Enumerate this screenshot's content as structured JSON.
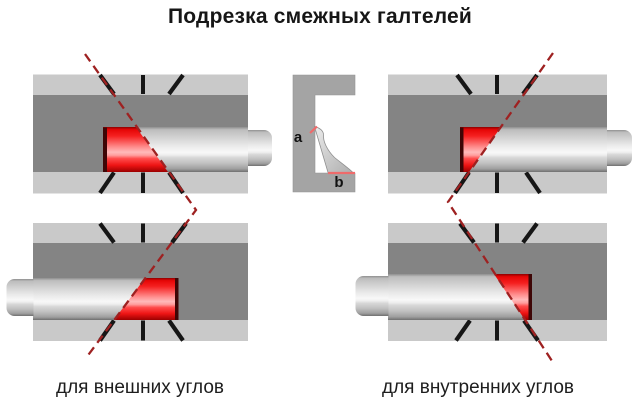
{
  "title": "Подрезка смежных галтелей",
  "captions": {
    "external": "для внешних углов",
    "internal": "для внутренних углов"
  },
  "profile": {
    "label_a": "a",
    "label_b": "b"
  },
  "colors": {
    "background": "#ffffff",
    "wall_light_gray": "#c9c9c9",
    "channel_dark_gray": "#848484",
    "slot_black": "#161616",
    "dashed_cut_line": "#9e2121",
    "cut_piece_red": "#ee1414",
    "cut_piece_pink": "#ffbaba",
    "profile_bracket_gray": "#a4a4a4",
    "text": "#1d1d1d"
  }
}
